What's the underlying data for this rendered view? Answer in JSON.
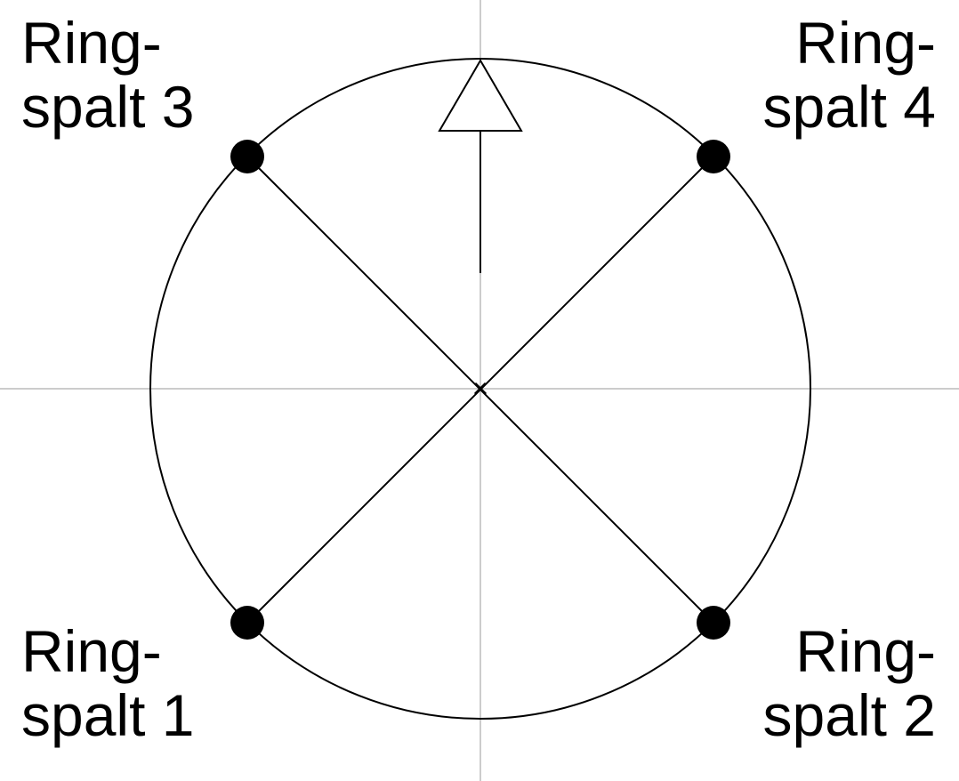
{
  "diagram": {
    "labels": {
      "ring3": {
        "line1": "Ring-",
        "line2": "spalt 3"
      },
      "ring4": {
        "line1": "Ring-",
        "line2": "spalt 4"
      },
      "ring1": {
        "line1": "Ring-",
        "line2": "spalt 1"
      },
      "ring2": {
        "line1": "Ring-",
        "line2": "spalt 2"
      }
    },
    "colors": {
      "stroke": "#000000",
      "axis": "#cccccc"
    }
  }
}
